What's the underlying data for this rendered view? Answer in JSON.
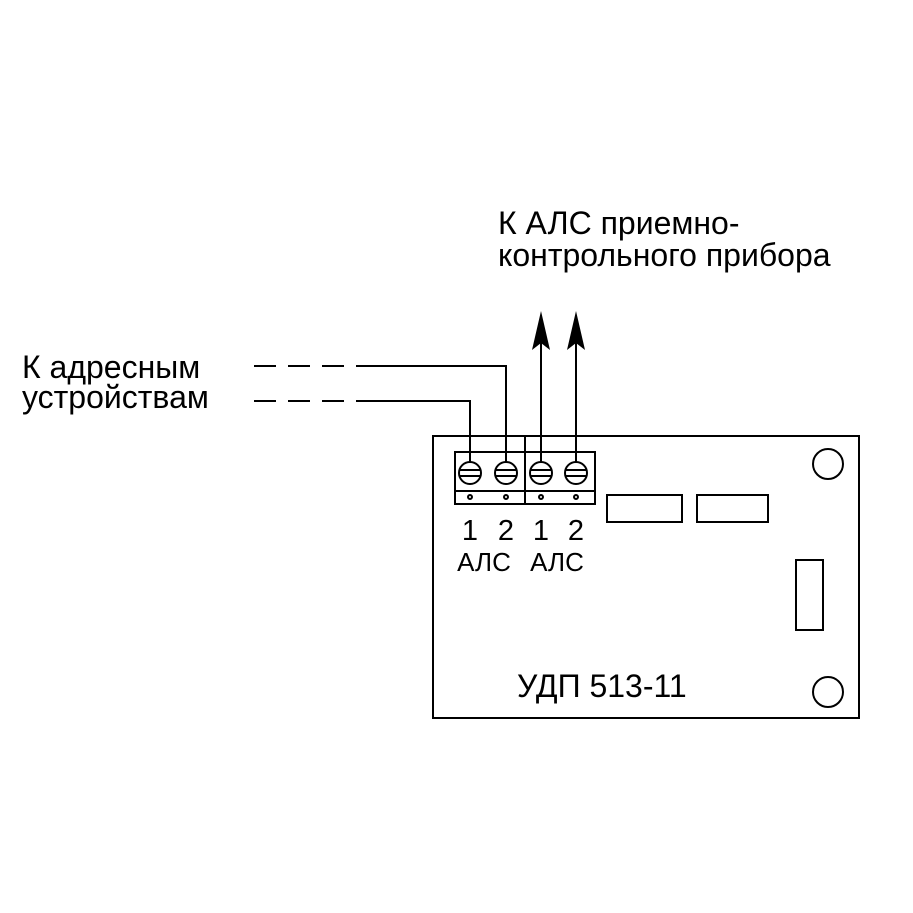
{
  "labels": {
    "top_line1": "К АЛС приемно-",
    "top_line2": "контрольного прибора",
    "left_line1": "К адресным",
    "left_line2": "устройствам",
    "terminals_in": {
      "num1": "1",
      "num2": "2",
      "name": "АЛС"
    },
    "terminals_out": {
      "num1": "1",
      "num2": "2",
      "name": "АЛС"
    },
    "device": "УДП 513-11"
  },
  "colors": {
    "line": "#000000",
    "background": "#ffffff"
  }
}
